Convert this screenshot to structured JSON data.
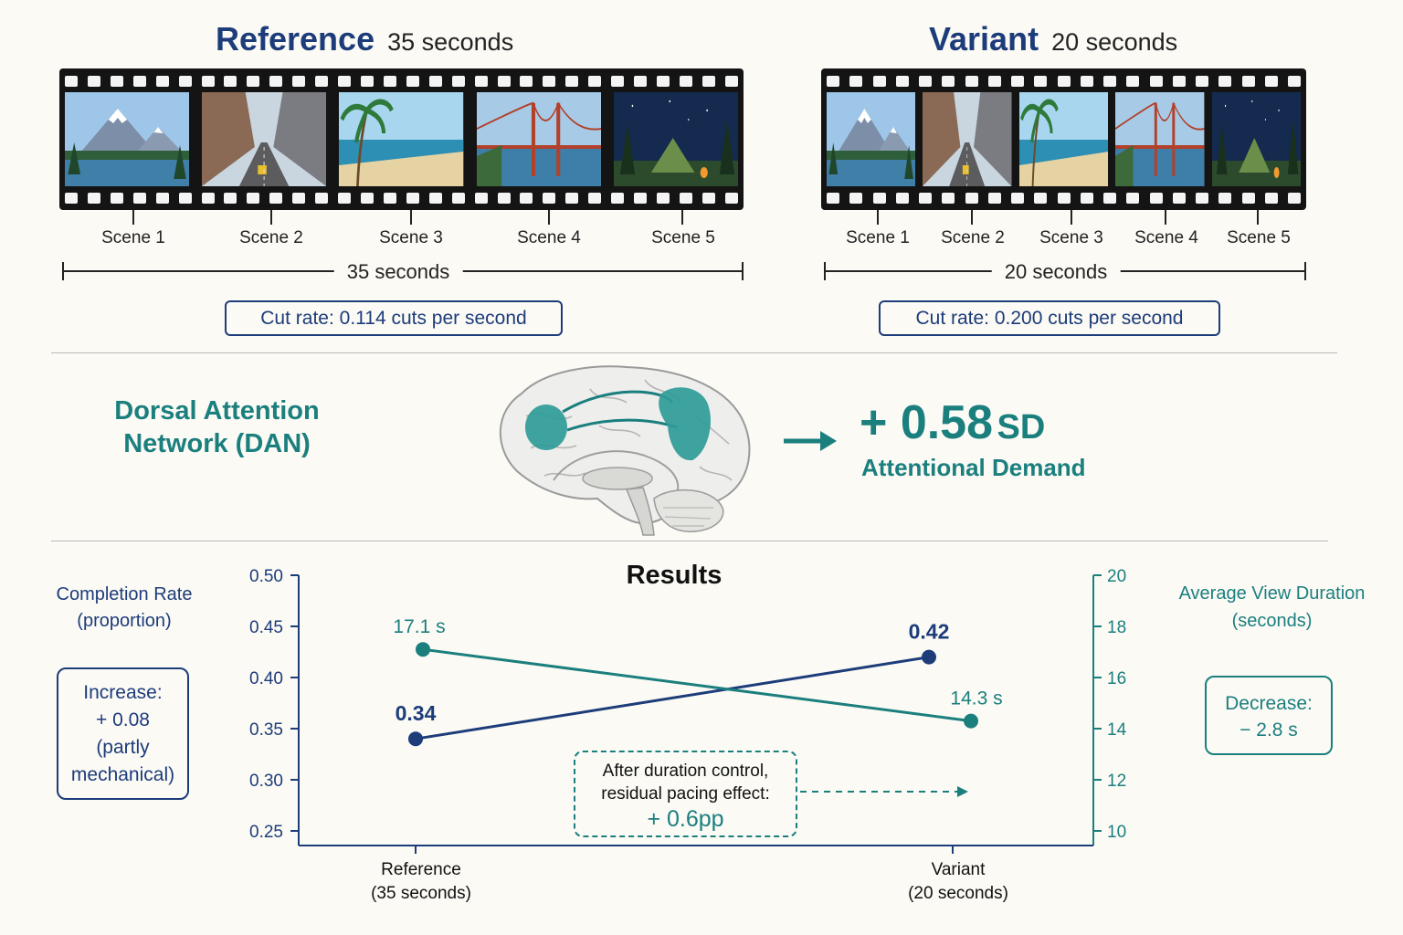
{
  "reference": {
    "title": "Reference",
    "subtitle": "35 seconds",
    "scenes": [
      "Scene 1",
      "Scene 2",
      "Scene 3",
      "Scene 4",
      "Scene 5"
    ],
    "duration_label": "35 seconds",
    "cut_rate": "Cut rate: 0.114 cuts per second"
  },
  "variant": {
    "title": "Variant",
    "subtitle": "20 seconds",
    "scenes": [
      "Scene 1",
      "Scene 2",
      "Scene 3",
      "Scene 4",
      "Scene 5"
    ],
    "duration_label": "20 seconds",
    "cut_rate": "Cut rate: 0.200 cuts per second"
  },
  "network": {
    "name_line1": "Dorsal Attention",
    "name_line2": "Network (DAN)",
    "effect_value": "+ 0.58",
    "effect_unit": "SD",
    "effect_label": "Attentional Demand"
  },
  "results": {
    "title": "Results",
    "left_axis_title_line1": "Completion Rate",
    "left_axis_title_line2": "(proportion)",
    "right_axis_title_line1": "Average View Duration",
    "right_axis_title_line2": "(seconds)",
    "increase_note": [
      "Increase:",
      "+ 0.08",
      "(partly",
      "mechanical)"
    ],
    "decrease_note": [
      "Decrease:",
      "− 2.8 s"
    ],
    "control_note": [
      "After duration control,",
      "residual pacing effect:",
      "+ 0.6pp"
    ],
    "x_labels": [
      {
        "line1": "Reference",
        "line2": "(35 seconds)"
      },
      {
        "line1": "Variant",
        "line2": "(20 seconds)"
      }
    ]
  },
  "colors": {
    "navy": "#1d3c7a",
    "teal": "#1b7f7e",
    "brain_highlight": "#2f9b98"
  },
  "chart_data": {
    "type": "line",
    "title": "Results",
    "categories": [
      "Reference (35 seconds)",
      "Variant (20 seconds)"
    ],
    "y_left": {
      "label": "Completion Rate (proportion)",
      "ylim": [
        0.25,
        0.5
      ],
      "ticks": [
        "0.50",
        "0.45",
        "0.40",
        "0.35",
        "0.30",
        "0.25"
      ]
    },
    "y_right": {
      "label": "Average View Duration (seconds)",
      "ylim": [
        10,
        20
      ],
      "ticks": [
        "20",
        "18",
        "16",
        "14",
        "12",
        "10"
      ]
    },
    "series": [
      {
        "name": "Completion Rate",
        "axis": "left",
        "color": "#1d3c7a",
        "values": [
          0.34,
          0.42
        ],
        "labels": [
          "0.34",
          "0.42"
        ]
      },
      {
        "name": "Average View Duration",
        "axis": "right",
        "color": "#1b7f7e",
        "values": [
          17.1,
          14.3
        ],
        "labels": [
          "17.1 s",
          "14.3 s"
        ]
      }
    ],
    "grid": false
  }
}
